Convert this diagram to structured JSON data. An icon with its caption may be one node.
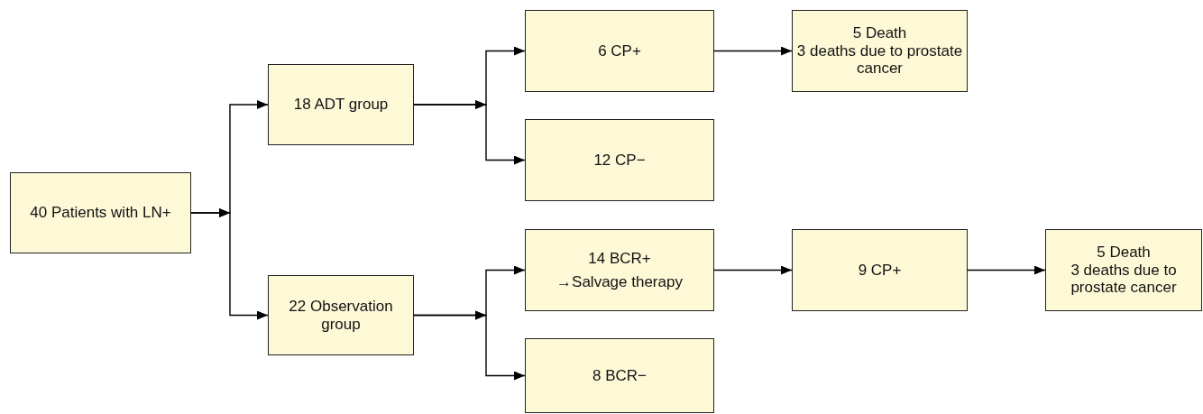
{
  "diagram": {
    "nodes": [
      {
        "text": [
          "40 Patients with LN+"
        ]
      },
      {
        "text": [
          "18 ADT group"
        ]
      },
      {
        "text": [
          "22 Observation group"
        ]
      },
      {
        "text": [
          "6 CP+"
        ]
      },
      {
        "text": [
          "5 Death",
          "3 deaths due to prostate cancer"
        ]
      },
      {
        "text": [
          "12 CP−"
        ]
      },
      {
        "text": [
          "14 BCR+",
          "→Salvage therapy"
        ]
      },
      {
        "text": [
          "9 CP+"
        ]
      },
      {
        "text": [
          "5 Death",
          "3 deaths due to prostate cancer"
        ]
      },
      {
        "text": [
          "8 BCR−"
        ]
      }
    ],
    "edges": [
      {
        "from": 0,
        "to": 1,
        "arrow": "to"
      },
      {
        "from": 0,
        "to": 2,
        "arrow": "to"
      },
      {
        "from": 1,
        "to": 3,
        "arrow": "to"
      },
      {
        "from": 1,
        "to": 5,
        "arrow": "to"
      },
      {
        "from": 3,
        "to": 4,
        "arrow": "to"
      },
      {
        "from": 2,
        "to": 6,
        "arrow": "to"
      },
      {
        "from": 2,
        "to": 9,
        "arrow": "to"
      },
      {
        "from": 6,
        "to": 7,
        "arrow": "to"
      },
      {
        "from": 7,
        "to": 8,
        "arrow": "to"
      }
    ]
  }
}
